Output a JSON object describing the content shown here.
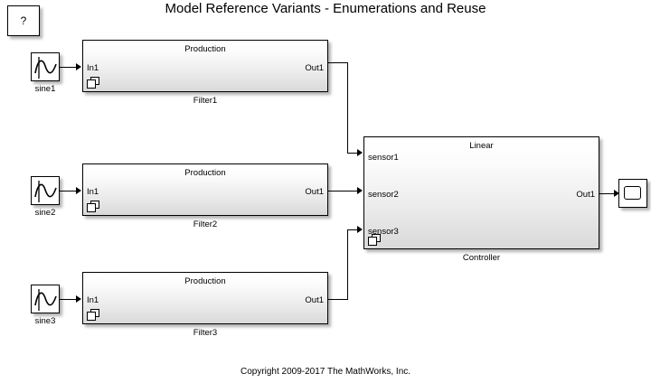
{
  "title": "Model Reference Variants - Enumerations and Reuse",
  "copyright": "Copyright 2009-2017 The MathWorks, Inc.",
  "help_block": {
    "label": "?",
    "name": "help-block"
  },
  "sources": [
    {
      "name": "sine1",
      "icon": "sine-wave-icon"
    },
    {
      "name": "sine2",
      "icon": "sine-wave-icon"
    },
    {
      "name": "sine3",
      "icon": "sine-wave-icon"
    }
  ],
  "filters": [
    {
      "name": "Filter1",
      "variant": "Production",
      "in_port": "In1",
      "out_port": "Out1",
      "badge": "model-reference-icon"
    },
    {
      "name": "Filter2",
      "variant": "Production",
      "in_port": "In1",
      "out_port": "Out1",
      "badge": "model-reference-icon"
    },
    {
      "name": "Filter3",
      "variant": "Production",
      "in_port": "In1",
      "out_port": "Out1",
      "badge": "model-reference-icon"
    }
  ],
  "controller": {
    "name": "Controller",
    "variant": "Linear",
    "in_ports": [
      "sensor1",
      "sensor2",
      "sensor3"
    ],
    "out_port": "Out1",
    "badge": "model-reference-icon"
  },
  "scope": {
    "name": "scope-block",
    "icon": "scope-icon"
  },
  "colors": {
    "background": "#ffffff",
    "line": "#000000",
    "block_fill_top": "#ffffff",
    "block_fill_bottom": "#d9d9d9",
    "text": "#000000"
  }
}
